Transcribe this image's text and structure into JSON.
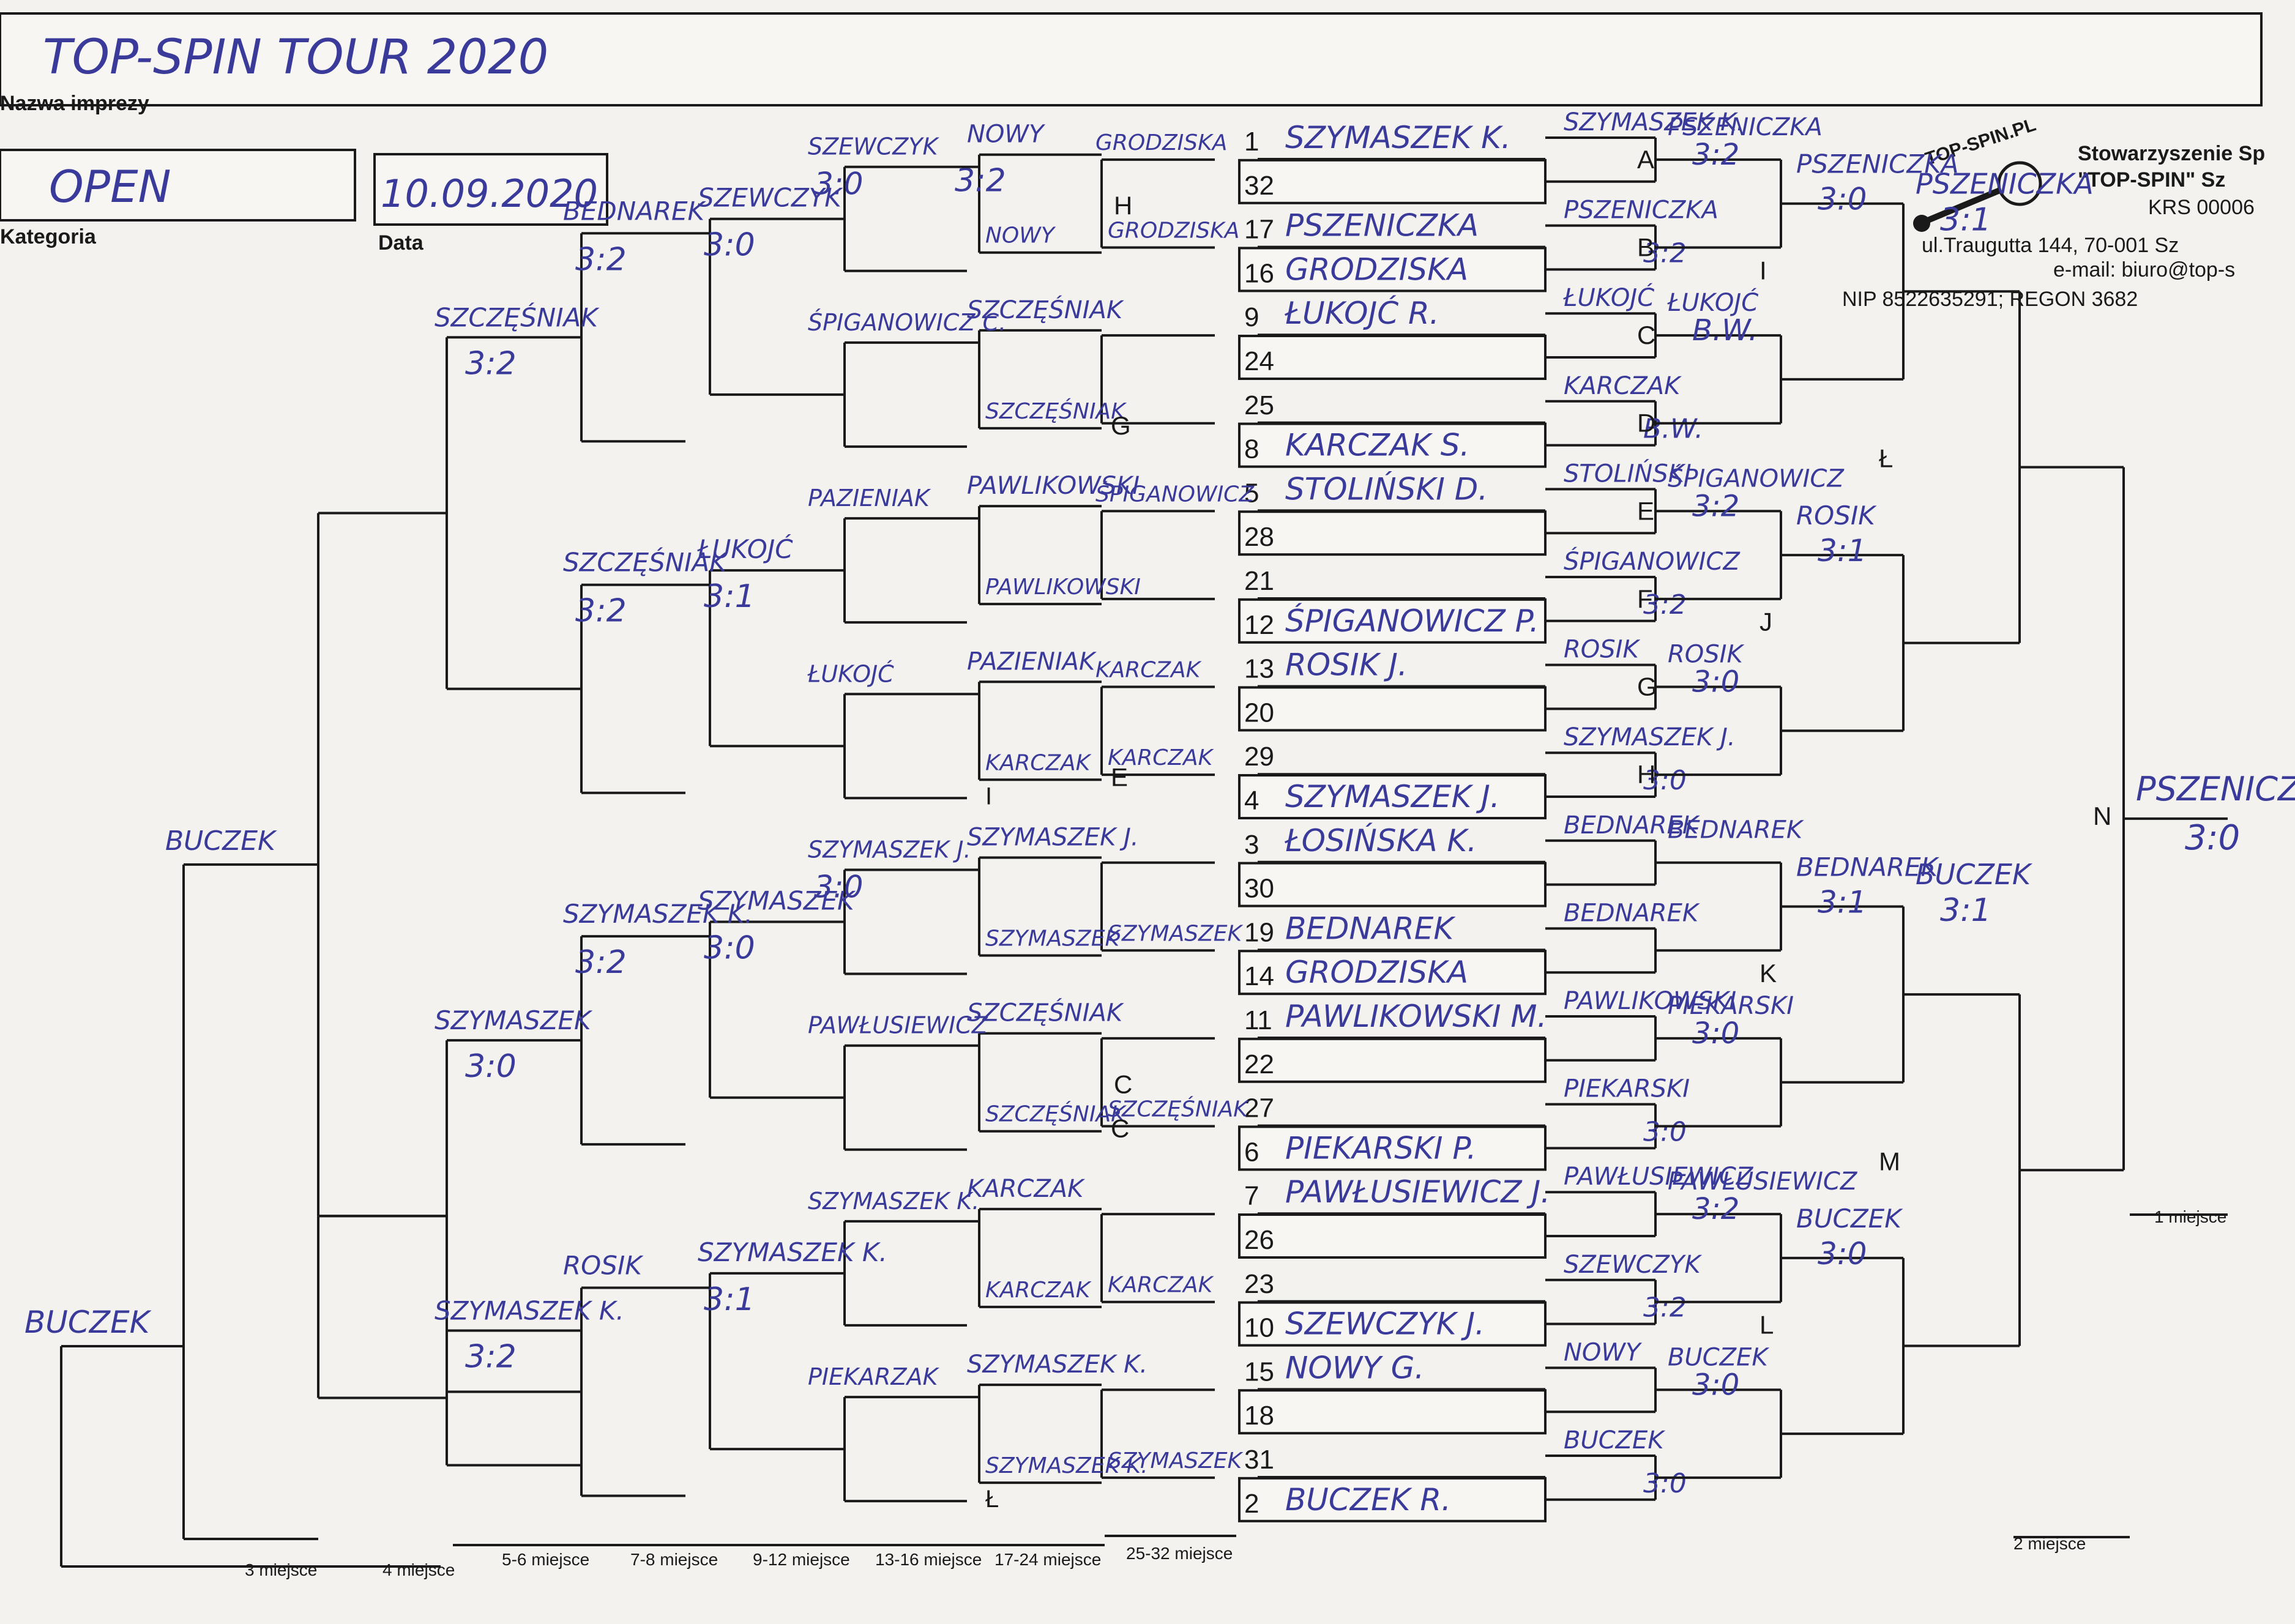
{
  "header": {
    "event_name_value": "TOP-SPIN TOUR 2020",
    "event_name_label": "Nazwa imprezy",
    "category_value": "OPEN",
    "category_label": "Kategoria",
    "date_value": "10.09.2020",
    "date_label": "Data"
  },
  "organizer": {
    "logo_text": "TOP-SPIN.PL",
    "name_line": "Stowarzyszenie Sp",
    "name_line2": "\"TOP-SPIN\" Sz",
    "krs": "KRS 00006",
    "address": "ul.Traugutta 144, 70-001 Sz",
    "email": "e-mail: biuro@top-s",
    "nip_regon": "NIP 8522635291; REGON 3682"
  },
  "slots": [
    {
      "seed": "1",
      "name": "SZYMASZEK K."
    },
    {
      "seed": "32",
      "name": ""
    },
    {
      "seed": "17",
      "name": "PSZENICZKA"
    },
    {
      "seed": "16",
      "name": "GRODZISKA"
    },
    {
      "seed": "9",
      "name": "ŁUKOJĆ R."
    },
    {
      "seed": "24",
      "name": ""
    },
    {
      "seed": "25",
      "name": ""
    },
    {
      "seed": "8",
      "name": "KARCZAK S."
    },
    {
      "seed": "5",
      "name": "STOLIŃSKI D."
    },
    {
      "seed": "28",
      "name": ""
    },
    {
      "seed": "21",
      "name": ""
    },
    {
      "seed": "12",
      "name": "ŚPIGANOWICZ P."
    },
    {
      "seed": "13",
      "name": "ROSIK J."
    },
    {
      "seed": "20",
      "name": ""
    },
    {
      "seed": "29",
      "name": ""
    },
    {
      "seed": "4",
      "name": "SZYMASZEK J."
    },
    {
      "seed": "3",
      "name": "ŁOSIŃSKA K."
    },
    {
      "seed": "30",
      "name": ""
    },
    {
      "seed": "19",
      "name": "BEDNAREK"
    },
    {
      "seed": "14",
      "name": "GRODZISKA"
    },
    {
      "seed": "11",
      "name": "PAWLIKOWSKI M."
    },
    {
      "seed": "22",
      "name": ""
    },
    {
      "seed": "27",
      "name": ""
    },
    {
      "seed": "6",
      "name": "PIEKARSKI P."
    },
    {
      "seed": "7",
      "name": "PAWŁUSIEWICZ J."
    },
    {
      "seed": "26",
      "name": ""
    },
    {
      "seed": "23",
      "name": ""
    },
    {
      "seed": "10",
      "name": "SZEWCZYK J."
    },
    {
      "seed": "15",
      "name": "NOWY G."
    },
    {
      "seed": "18",
      "name": ""
    },
    {
      "seed": "31",
      "name": ""
    },
    {
      "seed": "2",
      "name": "BUCZEK R."
    }
  ],
  "match_letters": [
    "A",
    "B",
    "C",
    "D",
    "E",
    "F",
    "G",
    "H",
    "I",
    "J",
    "K",
    "L",
    "M",
    "N",
    "Ł"
  ],
  "r2_winners": [
    {
      "name": "SZYMASZEK K.",
      "score": ""
    },
    {
      "name": "PSZENICZKA",
      "score": "3:2"
    },
    {
      "name": "ŁUKOJĆ",
      "score": ""
    },
    {
      "name": "KARCZAK",
      "score": "B.W."
    },
    {
      "name": "STOLIŃSKI",
      "score": ""
    },
    {
      "name": "ŚPIGANOWICZ",
      "score": "3:2"
    },
    {
      "name": "ROSIK",
      "score": ""
    },
    {
      "name": "SZYMASZEK J.",
      "score": "3:0"
    },
    {
      "name": "BEDNAREK",
      "score": ""
    },
    {
      "name": "BEDNAREK",
      "score": ""
    },
    {
      "name": "PAWLIKOWSKI",
      "score": ""
    },
    {
      "name": "PIEKARSKI",
      "score": "3:0"
    },
    {
      "name": "PAWŁUSIEWICZ",
      "score": ""
    },
    {
      "name": "SZEWCZYK",
      "score": "3:2"
    },
    {
      "name": "NOWY",
      "score": ""
    },
    {
      "name": "BUCZEK",
      "score": "3:0"
    }
  ],
  "r3_winners": [
    {
      "name": "PSZENICZKA",
      "score": "3:2"
    },
    {
      "name": "ŁUKOJĆ",
      "score": "B.W."
    },
    {
      "name": "ŚPIGANOWICZ",
      "score": "3:2"
    },
    {
      "name": "ROSIK",
      "score": "3:0"
    },
    {
      "name": "BEDNAREK",
      "score": ""
    },
    {
      "name": "PIEKARSKI",
      "score": "3:0"
    },
    {
      "name": "PAWŁUSIEWICZ",
      "score": "3:2"
    },
    {
      "name": "BUCZEK",
      "score": "3:0"
    }
  ],
  "r4_winners": [
    {
      "name": "PSZENICZKA",
      "score": "3:0"
    },
    {
      "name": "ROSIK",
      "score": "3:1"
    },
    {
      "name": "BEDNAREK",
      "score": "3:1"
    },
    {
      "name": "BUCZEK",
      "score": "3:0"
    }
  ],
  "r5_winners": [
    {
      "name": "PSZENICZKA",
      "score": "3:1"
    },
    {
      "name": "BUCZEK",
      "score": "3:1"
    }
  ],
  "final_winner": {
    "name": "PSZENICZKA",
    "score": "3:0"
  },
  "left_r1": [
    {
      "top": "GRODZISKA",
      "bottom": "GRODZISKA",
      "letter": "H"
    },
    {
      "top": "",
      "bottom": "",
      "letter": ""
    },
    {
      "top": "ŚPIGANOWICZ",
      "bottom": "",
      "letter": ""
    },
    {
      "top": "KARCZAK",
      "bottom": "KARCZAK",
      "letter": ""
    },
    {
      "top": "",
      "bottom": "SZYMASZEK",
      "letter": ""
    },
    {
      "top": "",
      "bottom": "SZCZĘŚNIAK",
      "letter": "C"
    },
    {
      "top": "",
      "bottom": "KARCZAK",
      "letter": ""
    },
    {
      "top": "",
      "bottom": "SZYMASZEK",
      "letter": ""
    }
  ],
  "left_r2": [
    {
      "name": "NOWY",
      "score": "3:2",
      "bottom": "NOWY"
    },
    {
      "name": "SZCZĘŚNIAK",
      "score": "",
      "bottom": "SZCZĘŚNIAK",
      "letter": "G"
    },
    {
      "name": "PAWLIKOWSKI",
      "score": "",
      "bottom": "PAWLIKOWSKI"
    },
    {
      "name": "PAZIENIAK",
      "score": "",
      "bottom": "KARCZAK",
      "letter": "E"
    },
    {
      "name": "SZYMASZEK J.",
      "score": "",
      "bottom": "SZYMASZEK"
    },
    {
      "name": "SZCZĘŚNIAK",
      "score": "",
      "bottom": "SZCZĘŚNIAK",
      "letter": "C"
    },
    {
      "name": "KARCZAK",
      "score": "",
      "bottom": "KARCZAK"
    },
    {
      "name": "SZYMASZEK K.",
      "score": "",
      "bottom": "SZYMASZEK K."
    }
  ],
  "left_r3": [
    {
      "name": "SZEWCZYK",
      "score": "3:0"
    },
    {
      "name": "ŚPIGANOWICZ C.",
      "score": ""
    },
    {
      "name": "PAZIENIAK",
      "score": ""
    },
    {
      "name": "ŁUKOJĆ",
      "score": "",
      "letter": "I"
    },
    {
      "name": "SZYMASZEK J.",
      "score": "3:0"
    },
    {
      "name": "PAWŁUSIEWICZ",
      "score": ""
    },
    {
      "name": "SZYMASZEK K.",
      "score": ""
    },
    {
      "name": "PIEKARZAK",
      "score": "",
      "letter": "Ł"
    }
  ],
  "left_r4": [
    {
      "name": "SZEWCZYK",
      "score": "3:0"
    },
    {
      "name": "ŁUKOJĆ",
      "score": "3:1"
    },
    {
      "name": "SZYMASZEK",
      "score": "3:0"
    },
    {
      "name": "SZYMASZEK K.",
      "score": "3:1"
    }
  ],
  "left_r5": [
    {
      "name": "BEDNAREK",
      "score": "3:2"
    },
    {
      "name": "SZCZĘŚNIAK",
      "score": "3:2"
    },
    {
      "name": "SZYMASZEK K.",
      "score": "3:2"
    },
    {
      "name": "ROSIK",
      "score": ""
    }
  ],
  "left_r6": [
    {
      "name": "SZCZĘŚNIAK",
      "score": "3:2"
    },
    {
      "name": "SZYMASZEK",
      "score": "3:0"
    },
    {
      "name": "SZYMASZEK K.",
      "score": "3:2"
    }
  ],
  "left_r7": [
    {
      "name": "BUCZEK",
      "score": ""
    },
    {
      "name": "BUCZEK",
      "score": ""
    }
  ],
  "place_labels": {
    "first": "1 miejsce",
    "second": "2 miejsce",
    "third": "3 miejsce",
    "fourth": "4 miejsce",
    "p5_6": "5-6 miejsce",
    "p7_8": "7-8 miejsce",
    "p9_12": "9-12 miejsce",
    "p13_16": "13-16 miejsce",
    "p17_24": "17-24 miejsce",
    "p25_32": "25-32 miejsce"
  }
}
